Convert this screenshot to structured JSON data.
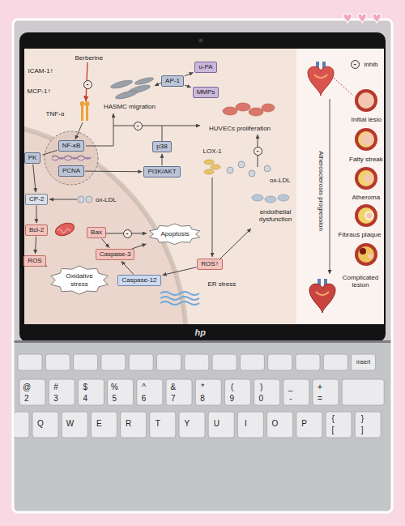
{
  "diagram": {
    "nodes": [
      {
        "text": [
          "AP-1"
        ]
      },
      {
        "text": [
          "u-PA"
        ]
      },
      {
        "text": [
          "MMPs"
        ]
      },
      {
        "text": [
          "PK"
        ]
      },
      {
        "text": [
          "NF-κB"
        ]
      },
      {
        "text": [
          "PCNA"
        ]
      },
      {
        "text": [
          "p38"
        ]
      },
      {
        "text": [
          "PI3K/AKT"
        ]
      },
      {
        "text": [
          "CP-2"
        ]
      },
      {
        "text": [
          "Bcl-2"
        ]
      },
      {
        "text": [
          "Bax"
        ]
      },
      {
        "text": [
          "Apoptosis"
        ]
      },
      {
        "text": [
          "Caspase-3"
        ]
      },
      {
        "text": [
          "ROS↑"
        ]
      },
      {
        "text": [
          "ROS"
        ]
      },
      {
        "text": [
          "Oxidative stress"
        ]
      },
      {
        "text": [
          "Caspase-12"
        ]
      }
    ],
    "edges": [
      {
        "from": 0,
        "to": 1,
        "arrow": "to"
      },
      {
        "from": 0,
        "to": 2,
        "arrow": "to"
      },
      {
        "from": 4,
        "to": 3,
        "arrow": "none"
      },
      {
        "from": 3,
        "to": 8,
        "arrow": "to"
      },
      {
        "from": 5,
        "to": 7,
        "arrow": "to"
      },
      {
        "from": 7,
        "to": 6,
        "arrow": "to"
      },
      {
        "from": 8,
        "to": 9,
        "arrow": "to"
      },
      {
        "from": 9,
        "to": 14,
        "arrow": "to"
      },
      {
        "from": 14,
        "to": 15,
        "arrow": "to"
      },
      {
        "from": 10,
        "to": 12,
        "arrow": "to"
      },
      {
        "from": 12,
        "to": 11,
        "arrow": "to"
      },
      {
        "from": 16,
        "to": 12,
        "arrow": "to"
      },
      {
        "from": 13,
        "to": 16,
        "arrow": "to"
      }
    ],
    "labels": [
      "Berberine",
      "ICAM-1↑",
      "MCP-1↑",
      "TNF-α",
      "-",
      "HASMC migration",
      "-",
      "HUVECs proliferation",
      "LOX-1",
      "-",
      "ox-LDL",
      "endothelial dysfunction",
      "ox-LDL",
      "-",
      "ER stress",
      "Atherosclerosis progression",
      "-",
      "inhib",
      "Initial lesio",
      "Fatty streak",
      "Atheroma",
      "Fibraus plaque",
      "Complicated lesion",
      "hp",
      "insert",
      "@",
      "2",
      "#",
      "3",
      "$",
      "4",
      "%",
      "5",
      "^",
      "6",
      "&",
      "7",
      "*",
      "8",
      "(",
      "9",
      ")",
      "0",
      "_",
      "-",
      "+",
      "=",
      "Q",
      "W",
      "E",
      "R",
      "T",
      "Y",
      "U",
      "I",
      "O",
      "P",
      "{",
      "[",
      "}",
      "]"
    ]
  }
}
